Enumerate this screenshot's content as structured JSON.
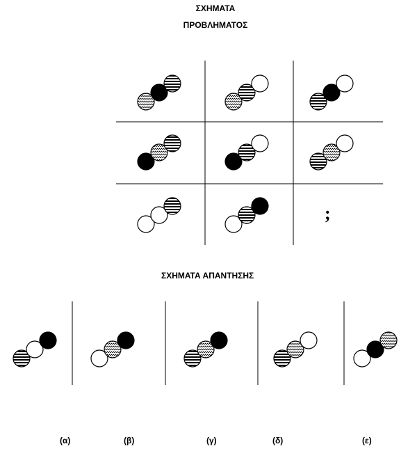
{
  "titles": {
    "problem_line1": "ΣΧΗΜΑΤΑ",
    "problem_line2": "ΠΡΟΒΛΗΜΑΤΟΣ",
    "answers": "ΣΧΗΜΑΤΑ ΑΠΑΝΤΗΣΗΣ"
  },
  "missing_mark": ";",
  "problem_cells": [
    [
      "zigzag",
      "black",
      "stripes"
    ],
    [
      "zigzag",
      "stripes",
      "white"
    ],
    [
      "stripes",
      "black",
      "white"
    ],
    [
      "black",
      "zigzag",
      "stripes"
    ],
    [
      "black",
      "stripes",
      "white"
    ],
    [
      "stripes",
      "zigzag",
      "white"
    ],
    [
      "white",
      "white",
      "stripes"
    ],
    [
      "white",
      "stripes",
      "black"
    ]
  ],
  "answer_options": [
    {
      "label": "(α)",
      "circles": [
        "stripes",
        "white",
        "black"
      ]
    },
    {
      "label": "(β)",
      "circles": [
        "white",
        "zigzag",
        "black"
      ]
    },
    {
      "label": "(γ)",
      "circles": [
        "stripes",
        "zigzag",
        "black"
      ]
    },
    {
      "label": "(δ)",
      "circles": [
        "stripes",
        "zigzag",
        "white"
      ]
    },
    {
      "label": "(ε)",
      "circles": [
        "white",
        "black",
        "zigzag"
      ]
    }
  ]
}
